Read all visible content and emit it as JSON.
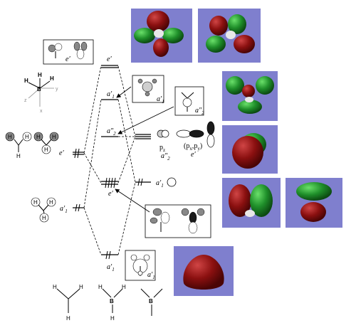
{
  "labels": {
    "e_prime_top": "e′",
    "a1_prime_mid": "a′",
    "a1_prime_mid_sub": "1",
    "a2_dprime": "a″",
    "a2_dprime_sub": "2",
    "e_prime_lower": "e′",
    "a1_prime_bottom": "a′",
    "a1_prime_bottom_sub": "1",
    "left_e_prime": "e′",
    "left_a1_prime": "a′",
    "left_a1_prime_sub": "1",
    "right_a1_prime": "a′",
    "right_a1_prime_sub": "1",
    "pz_label": "p",
    "pz_sub": "z",
    "pz_sym": "a″",
    "pz_sym_sub": "2",
    "pxpy_label": "(p",
    "pxpy_x": "x",
    "pxpy_mid": ",p",
    "pxpy_y": "y",
    "pxpy_close": ")",
    "pxpy_sym": "e′",
    "box_e_prime": "e′",
    "box_a1_prime": "a′",
    "box_a1_sub": "1",
    "box_a2_dprime": "a″",
    "box_a2_sub": "2",
    "box_bottom_a1": "a′",
    "box_bottom_a1_sub": "1",
    "box_top_e": "e′"
  },
  "atoms": {
    "H": "H",
    "B": "B"
  },
  "axes": {
    "x": "x",
    "y": "y",
    "z": "z"
  },
  "colors": {
    "panel_bg": "#7f7fce",
    "lobe_red": "#8b1010",
    "lobe_green": "#1f8f2a"
  }
}
